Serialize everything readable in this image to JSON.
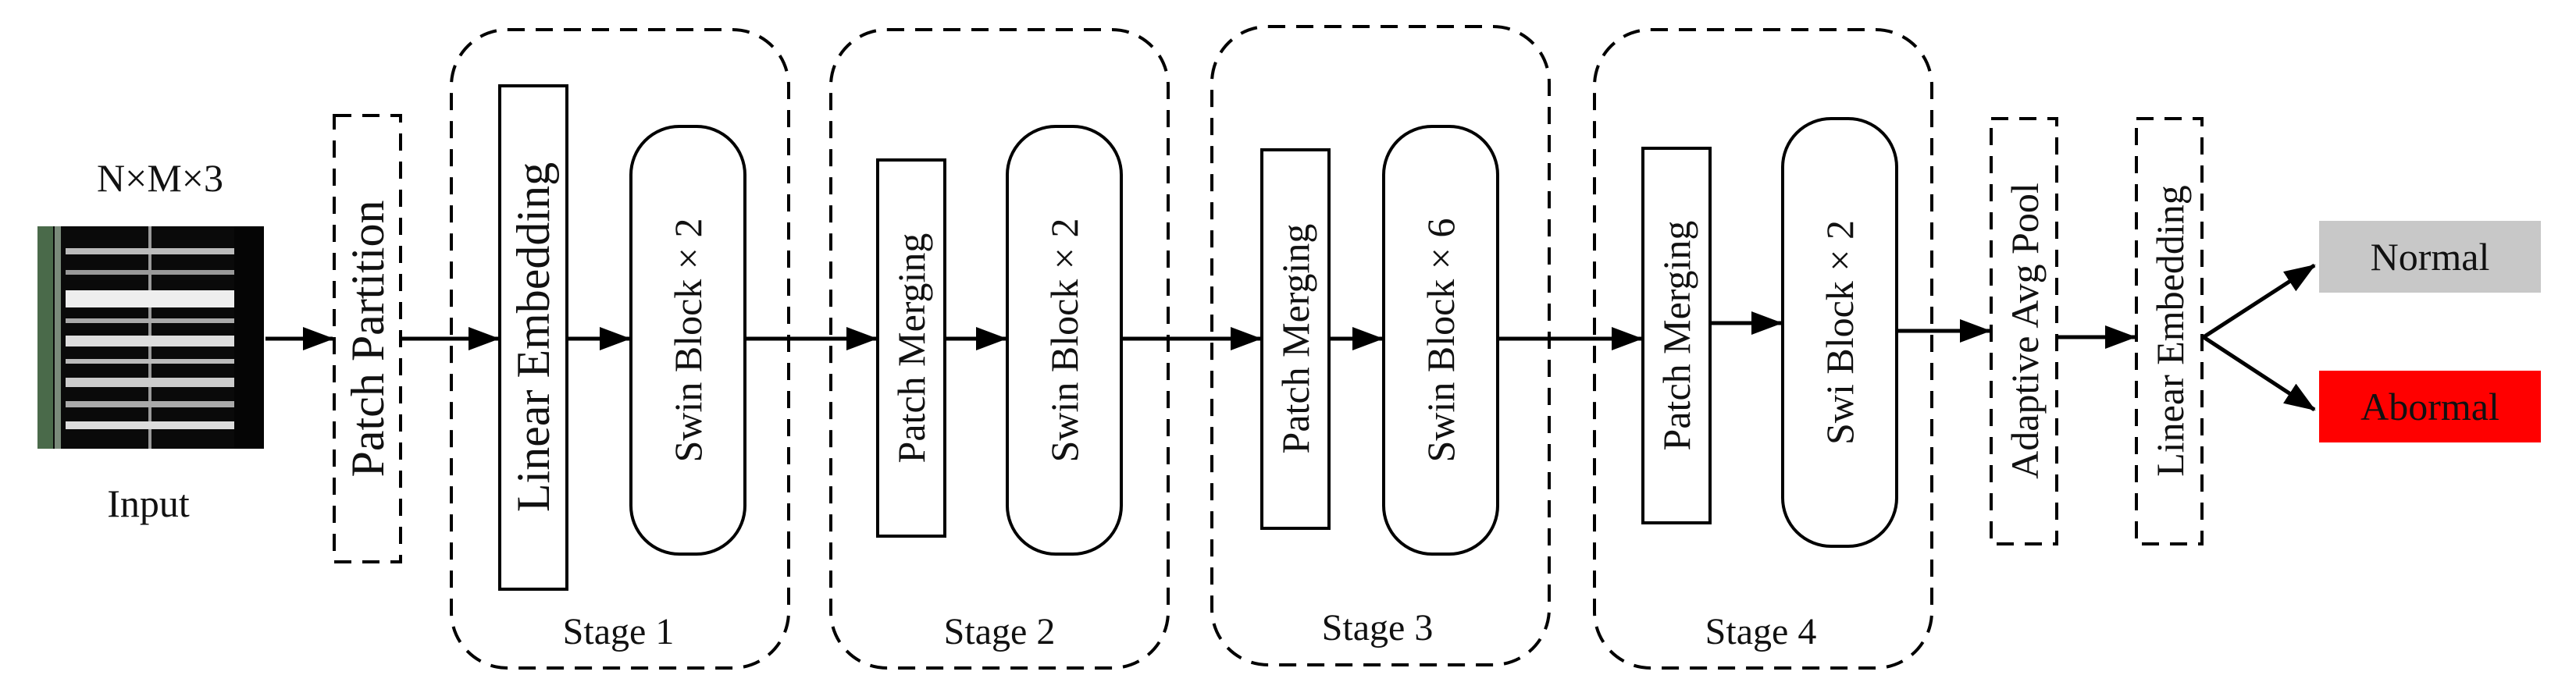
{
  "input": {
    "dimension_label": "N×M×3",
    "caption": "Input"
  },
  "blocks": {
    "patch_partition": "Patch Partition",
    "linear_embedding_1": "Linear Embedding",
    "swin_block_s1": "Swin Block × 2",
    "patch_merging_s2": "Patch Merging",
    "swin_block_s2": "Swin Block × 2",
    "patch_merging_s3": "Patch Merging",
    "swin_block_s3": "Swin Block × 6",
    "patch_merging_s4": "Patch Merging",
    "swin_block_s4": "Swi Block × 2",
    "adaptive_avg_pool": "Adaptive Avg Pool",
    "linear_embedding_2": "Linear Embedding"
  },
  "stages": {
    "s1": "Stage 1",
    "s2": "Stage 2",
    "s3": "Stage 3",
    "s4": "Stage 4"
  },
  "outputs": {
    "normal": {
      "label": "Normal",
      "color": "#c8c8c8"
    },
    "abnormal": {
      "label": "Abormal",
      "color": "#ff0000"
    }
  }
}
